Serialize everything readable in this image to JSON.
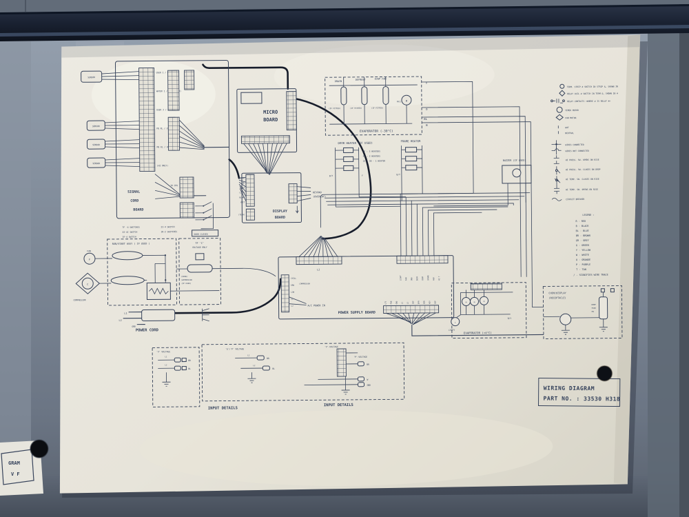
{
  "scrap": {
    "l1": "GRAM",
    "l2": "V F"
  },
  "part": {
    "l1": "WIRING DIAGRAM",
    "l2": "PART NO. : 33530 H318"
  },
  "top_legend": {
    "r1": "TERM. STRIP # SWITCH IN STRIP &, SHOWN IN",
    "r2": "RELAY COIL # SWITCH IN TERM &, SHOWN IN #",
    "r3": "RELAY CONTACTS <WHERE # IS RELAY #>",
    "r4": "TIMER MOTOR",
    "r5": "FAN MOTOR",
    "r6": "HOT",
    "r7": "NEUTRAL"
  },
  "sym": {
    "r1": "WIRES CONNECTED",
    "r2": "WIRES NOT CONNECTED",
    "r3": "HI PRESS. SW. OPENS ON RISE",
    "r4": "HI PRESS. SW. CLOSES ON DROP",
    "r5": "HI TEMP. SW. CLOSES ON RISE",
    "r6": "HI TEMP. SW. OPENS ON RISE",
    "r7": "CIRCUIT BREAKER"
  },
  "clr": {
    "title": "LEGEND :",
    "e": [
      "R - RED",
      "B - BLACK",
      "BL - BLUE",
      "BR - BROWN",
      "GR - GREY",
      "G - GREEN",
      "Y - YELLOW",
      "W - WHITE",
      "O - ORANGE",
      "P - PURPLE",
      "T - TAN",
      "/ - SIGNIFIES WIRE TRACE"
    ]
  },
  "micro": {
    "l1": "MICRO",
    "l2": "BOARD"
  },
  "signal": {
    "l1": "SIGNAL",
    "l2": "CORD",
    "l3": "BOARD",
    "a1": "7F -4 SWITCHES",
    "a2": "43-4C SWITCH",
    "a3": "3F-4 SWITCH",
    "b1": "23-4 SWITCH",
    "b2": "30-2 SWITCHES",
    "door": "DOOR CLOSED",
    "tocpu": "TO CPU",
    "sensor": "SENSOR",
    "rows": [
      "USER 1 / DISPLAY",
      "WATER 1 / (NOT USED)",
      "USER 3 / CAB RET",
      "PB RL / CHG RL",
      "PB RL / HTR RL",
      "(HI ONLY)"
    ]
  },
  "display": {
    "l1": "DISPLAY",
    "l2": "BOARD",
    "pins": [
      "POWER",
      "GND",
      "DATA",
      "CLOCK",
      "BLANK",
      "XMIT"
    ],
    "tech": "(TECH)",
    "k1": "KEYPAD",
    "k2": "(OVERLAY)"
  },
  "evap30": {
    "cap": "EVAPORATOR (-30°C)",
    "drain": "DRAIN",
    "defrost": "DEFROST",
    "fan": "EVAP FAN",
    "fit": "(IF FITTED)",
    "fmc": "FMC1",
    "y": "Y",
    "o": "O",
    "bl": "BL",
    "b": "B"
  },
  "door": {
    "t": "DOOR HEATER (IF USED)",
    "n1": "7F : 3 HEATERS",
    "n2": "5C : 2 HEATERS",
    "n3": "23 & 30 - 1 HEATER",
    "by": "B/Y",
    "y": "Y"
  },
  "frame": {
    "t": "FRAME HEATER",
    "by": "B/Y"
  },
  "buzzer": {
    "t": "BUZZER (IF USED)"
  },
  "evap4": {
    "cap": "EVAPORATOR (+4°C)",
    "lights": "LIGHTS",
    "by": "B/Y"
  },
  "chem": {
    "l1": "CHEM/DISPLAY",
    "l2": "(RECEPTACLE)",
    "n1": "KEEP",
    "n2": "FUSE",
    "n3": "ON"
  },
  "run": {
    "t": "RUN/START ASSY ( IF USED )",
    "fan": "FAN",
    "comp": "COMPRESSOR"
  },
  "v7f": {
    "l1": "7F 'C'",
    "l2": "VOLTAGE ONLY",
    "c1": "CHOKE/",
    "c2": "SUPPRESSOR",
    "c3": "(IF USED)"
  },
  "cord": {
    "t": "POWER CORD",
    "l1": "L1",
    "l2": "L2",
    "gnd": "GND"
  },
  "psb": {
    "t": "POWER SUPPLY BOARD",
    "ac": "A/C POWER IN",
    "l2": "L2",
    "comp": "COMPRESSOR",
    "left": [
      "CHILL",
      "DRN",
      "LOW",
      "L1",
      "L2"
    ],
    "right": [
      "LIGHT",
      "FAN",
      "GND",
      "DEFR",
      "COMP",
      "SPARE",
      "AUX",
      "HI T"
    ],
    "bottom": [
      "LTS",
      "FAN",
      "GND",
      "L1",
      "L2",
      "CMP",
      "DFR",
      "BZR",
      "KEY",
      "DSP"
    ]
  },
  "in1": {
    "h": "'V' VOLTAGE",
    "cap": "INPUT DETAILS",
    "w1": "L1",
    "w2": "L2",
    "c1": "BR",
    "c2": "BL"
  },
  "in2": {
    "h": "'G'/'P' VOLTAGE",
    "cap": "INPUT DETAILS",
    "hv": "'V'-VOLTAGE",
    "hp": "'P'-VOLTAGE",
    "w1": "L1",
    "w2": "L2",
    "c1": "BR",
    "c2": "BL",
    "g1": "BR",
    "g2": "W",
    "g3": "GND"
  }
}
